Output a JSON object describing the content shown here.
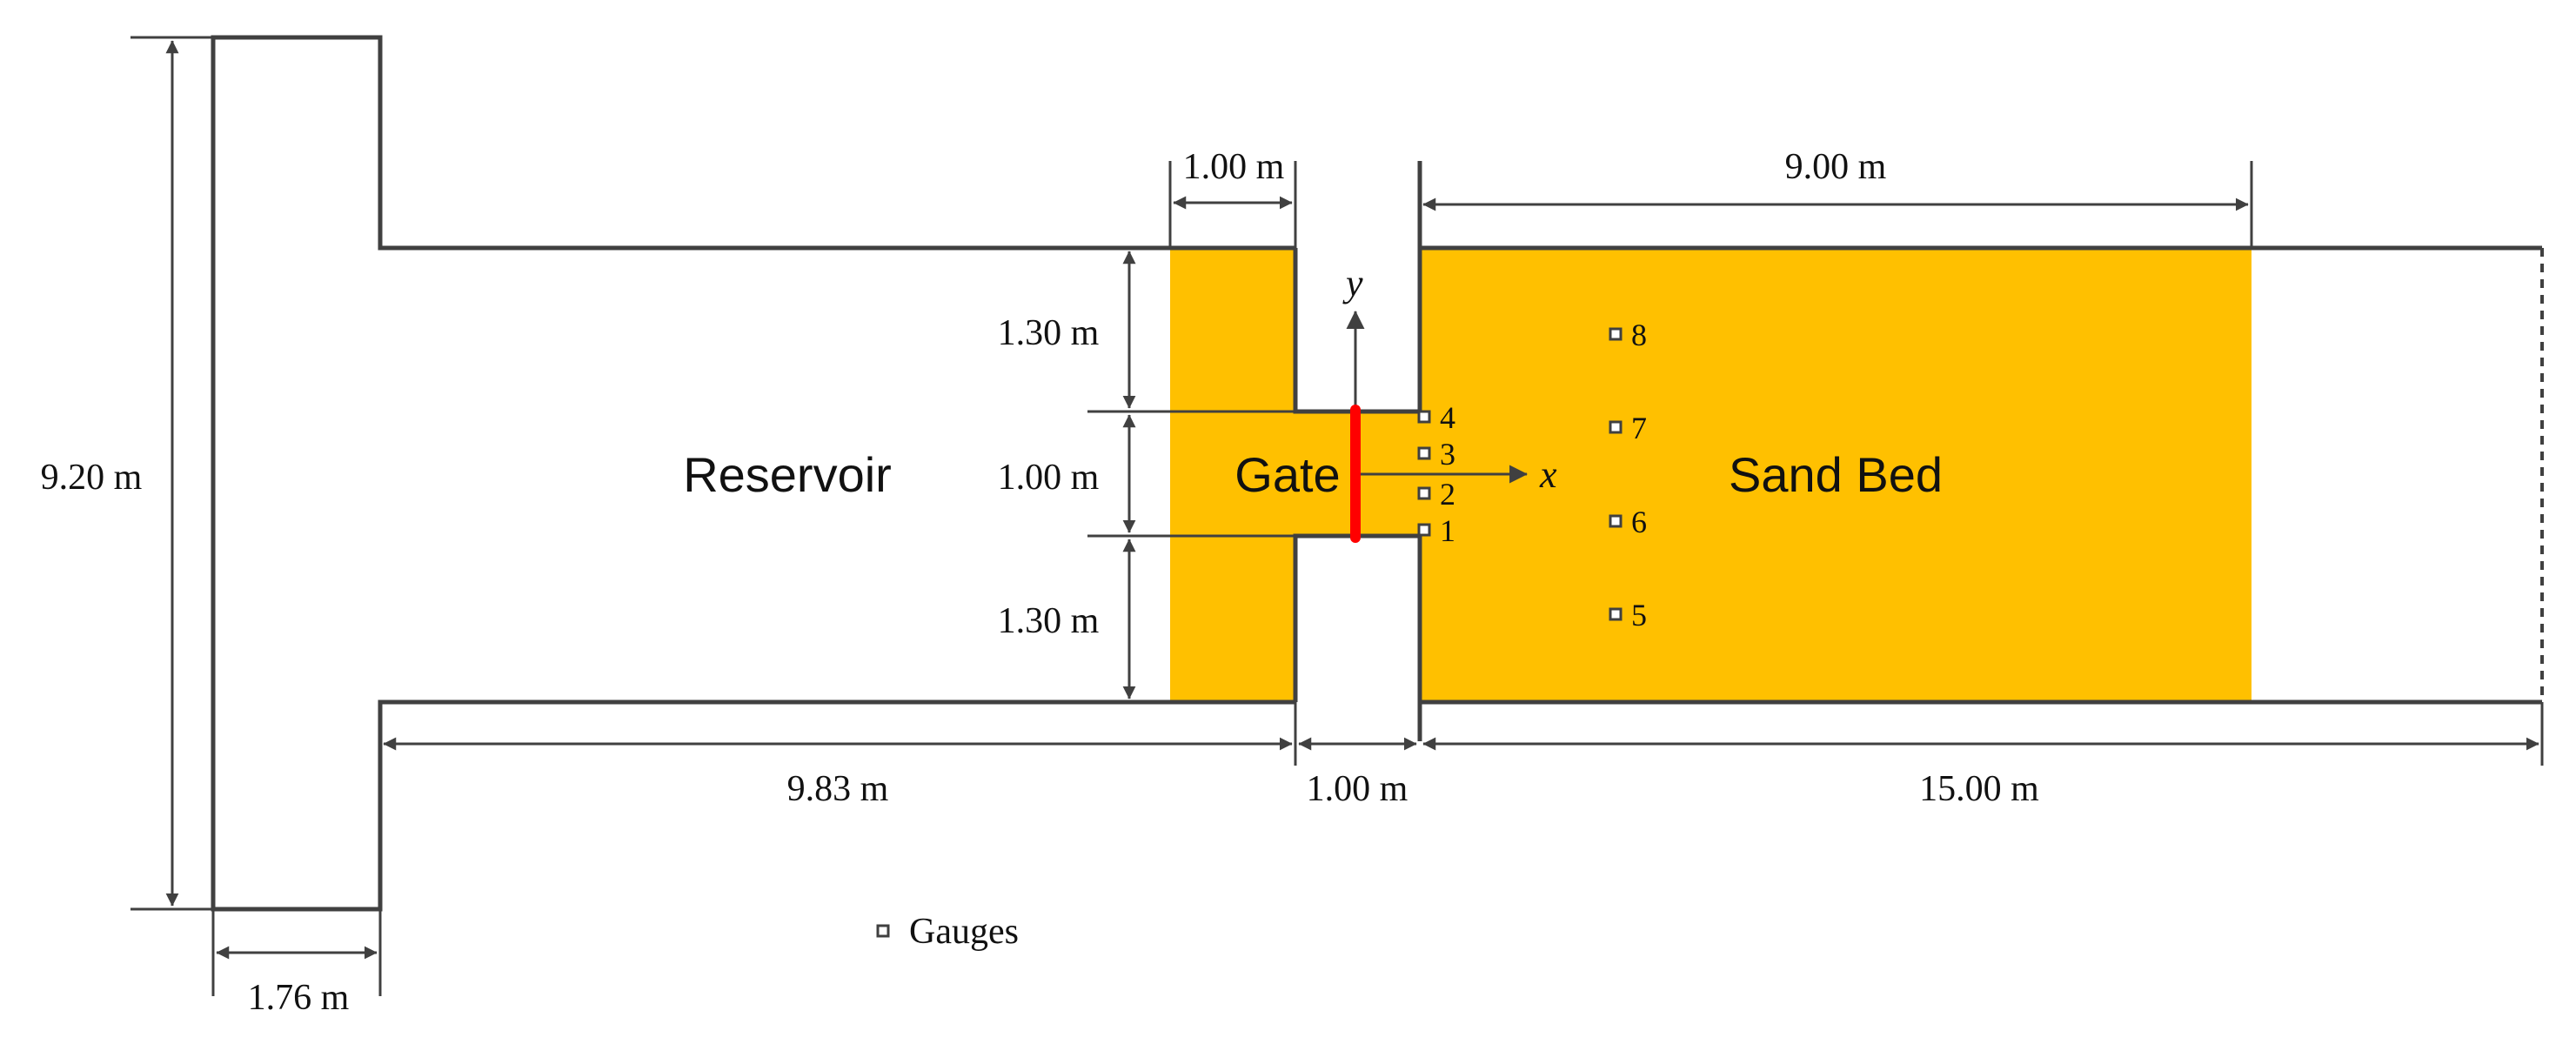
{
  "colors": {
    "sand": "#FFC000",
    "wall": "#404040",
    "gate": "#FF0000",
    "arrow": "#404040"
  },
  "labels": {
    "reservoir": "Reservoir",
    "gate": "Gate",
    "sand_bed": "Sand Bed",
    "axis_x": "x",
    "axis_y": "y",
    "legend_gauges": "Gauges"
  },
  "dimensions": {
    "total_height": "9.20 m",
    "reservoir_width": "1.76 m",
    "reservoir_length": "9.83 m",
    "gate_block_width": "1.00 m",
    "gate_gap": "1.00 m",
    "sand_bed_length": "9.00 m",
    "downstream_length": "15.00 m",
    "upper_wall": "1.30 m",
    "opening": "1.00 m",
    "lower_wall": "1.30 m"
  },
  "gauges": [
    "1",
    "2",
    "3",
    "4",
    "5",
    "6",
    "7",
    "8"
  ]
}
